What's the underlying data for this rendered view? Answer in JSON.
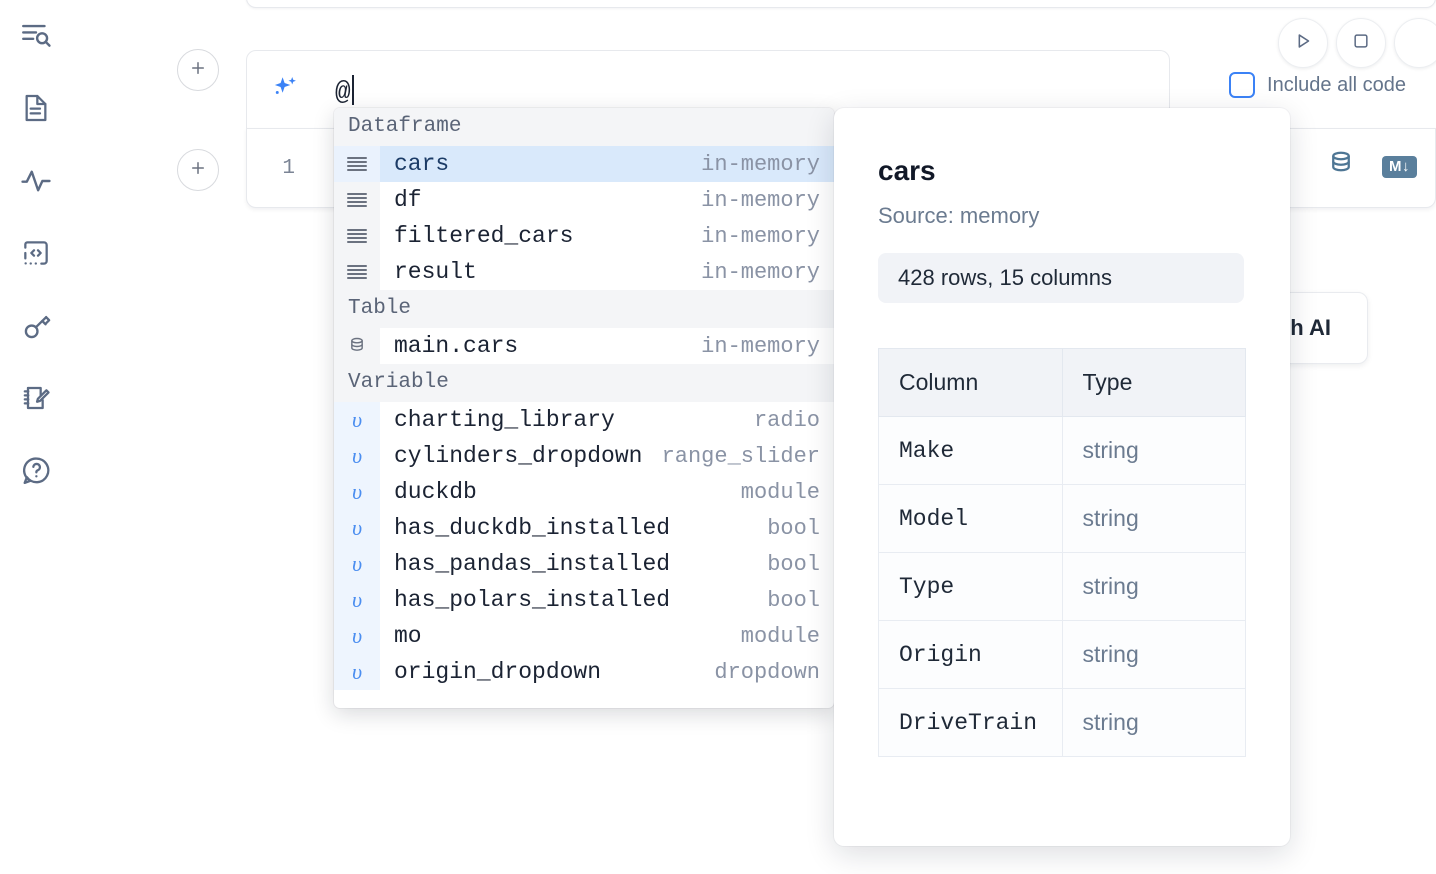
{
  "sidebar": {
    "items": [
      {
        "name": "explore-icon",
        "label": "Explore"
      },
      {
        "name": "notebook-icon",
        "label": "Notebook"
      },
      {
        "name": "activity-icon",
        "label": "Activity"
      },
      {
        "name": "snippets-icon",
        "label": "Snippets"
      },
      {
        "name": "secrets-icon",
        "label": "Secrets"
      },
      {
        "name": "scratchpad-icon",
        "label": "Scratchpad"
      },
      {
        "name": "help-icon",
        "label": "Help"
      }
    ]
  },
  "toolbar": {
    "run_label": "Run",
    "stop_label": "Stop",
    "include_all_code": "Include all code",
    "add_cell_label": "+"
  },
  "prompt": {
    "text": "@",
    "sparkle_icon": "sparkle-icon"
  },
  "code_cell": {
    "line_number": "1",
    "database_icon": "database-icon",
    "markdown_badge": "M↓"
  },
  "ai_card": {
    "label": "h AI"
  },
  "autocomplete": {
    "groups": [
      {
        "label": "Dataframe",
        "icon": "dataframe-icon",
        "items": [
          {
            "name": "cars",
            "type": "in-memory",
            "selected": true
          },
          {
            "name": "df",
            "type": "in-memory",
            "selected": false
          },
          {
            "name": "filtered_cars",
            "type": "in-memory",
            "selected": false
          },
          {
            "name": "result",
            "type": "in-memory",
            "selected": false
          }
        ]
      },
      {
        "label": "Table",
        "icon": "table-icon",
        "items": [
          {
            "name": "main.cars",
            "type": "in-memory",
            "selected": false
          }
        ]
      },
      {
        "label": "Variable",
        "icon": "variable-icon",
        "items": [
          {
            "name": "charting_library",
            "type": "radio",
            "selected": false
          },
          {
            "name": "cylinders_dropdown",
            "type": "range_slider",
            "selected": false
          },
          {
            "name": "duckdb",
            "type": "module",
            "selected": false
          },
          {
            "name": "has_duckdb_installed",
            "type": "bool",
            "selected": false
          },
          {
            "name": "has_pandas_installed",
            "type": "bool",
            "selected": false
          },
          {
            "name": "has_polars_installed",
            "type": "bool",
            "selected": false
          },
          {
            "name": "mo",
            "type": "module",
            "selected": false
          },
          {
            "name": "origin_dropdown",
            "type": "dropdown",
            "selected": false
          }
        ]
      }
    ]
  },
  "info_panel": {
    "title": "cars",
    "source": "Source: memory",
    "shape": "428 rows, 15 columns",
    "headers": [
      "Column",
      "Type"
    ],
    "rows": [
      {
        "column": "Make",
        "type": "string"
      },
      {
        "column": "Model",
        "type": "string"
      },
      {
        "column": "Type",
        "type": "string"
      },
      {
        "column": "Origin",
        "type": "string"
      },
      {
        "column": "DriveTrain",
        "type": "string"
      }
    ]
  },
  "colors": {
    "accent": "#3b82f6",
    "selected_row": "#d9e9fb",
    "group_header": "#f4f5f7",
    "muted_text": "#8a93a5",
    "db_icon": "#4e7694"
  }
}
